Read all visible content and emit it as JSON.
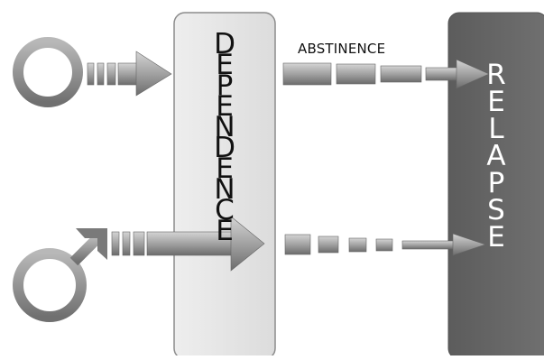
{
  "dependence": {
    "letters": [
      "D",
      "E",
      "P",
      "E",
      "N",
      "D",
      "E",
      "N",
      "C",
      "E"
    ]
  },
  "relapse": {
    "letters": [
      "R",
      "E",
      "L",
      "A",
      "P",
      "S",
      "E"
    ]
  },
  "abstinence_label": "ABSTINENCE",
  "icons": {
    "female": "female-symbol-icon",
    "male": "male-symbol-icon"
  },
  "colors": {
    "dependence_box": "#e6e6e6",
    "relapse_box": "#666666",
    "arrow": "#9a9a9a",
    "symbol": "#8a8a8a"
  }
}
